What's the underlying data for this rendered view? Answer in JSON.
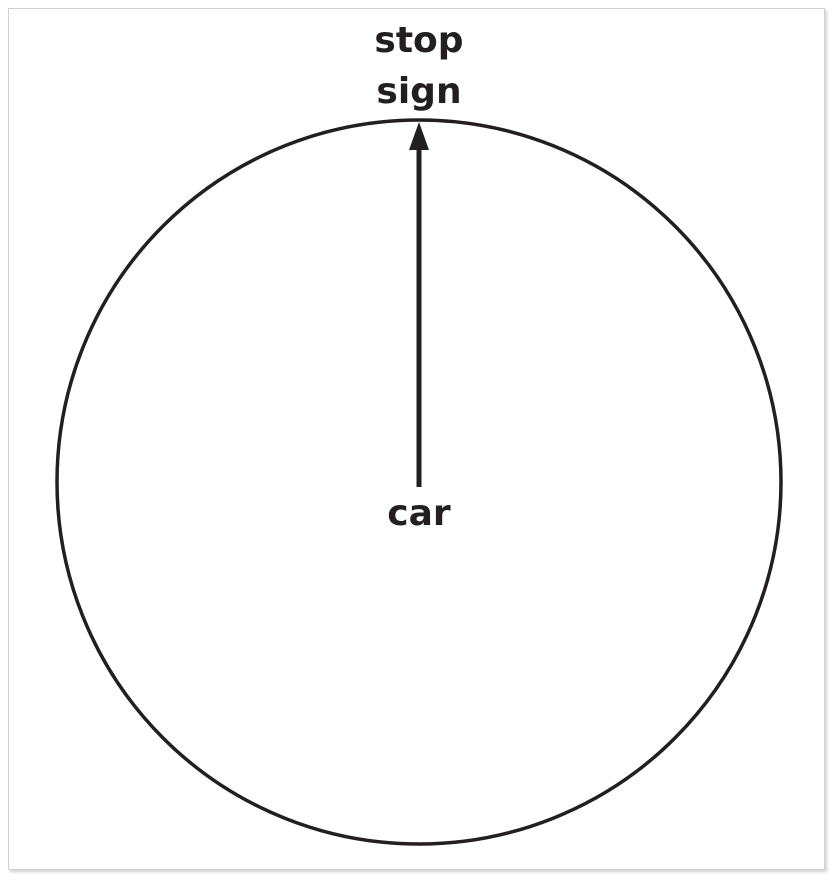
{
  "labels": {
    "target_line1": "stop",
    "target_line2": "sign",
    "origin": "car"
  },
  "colors": {
    "stroke": "#231f20",
    "background": "#ffffff",
    "frame_border": "#d2d2d2"
  }
}
